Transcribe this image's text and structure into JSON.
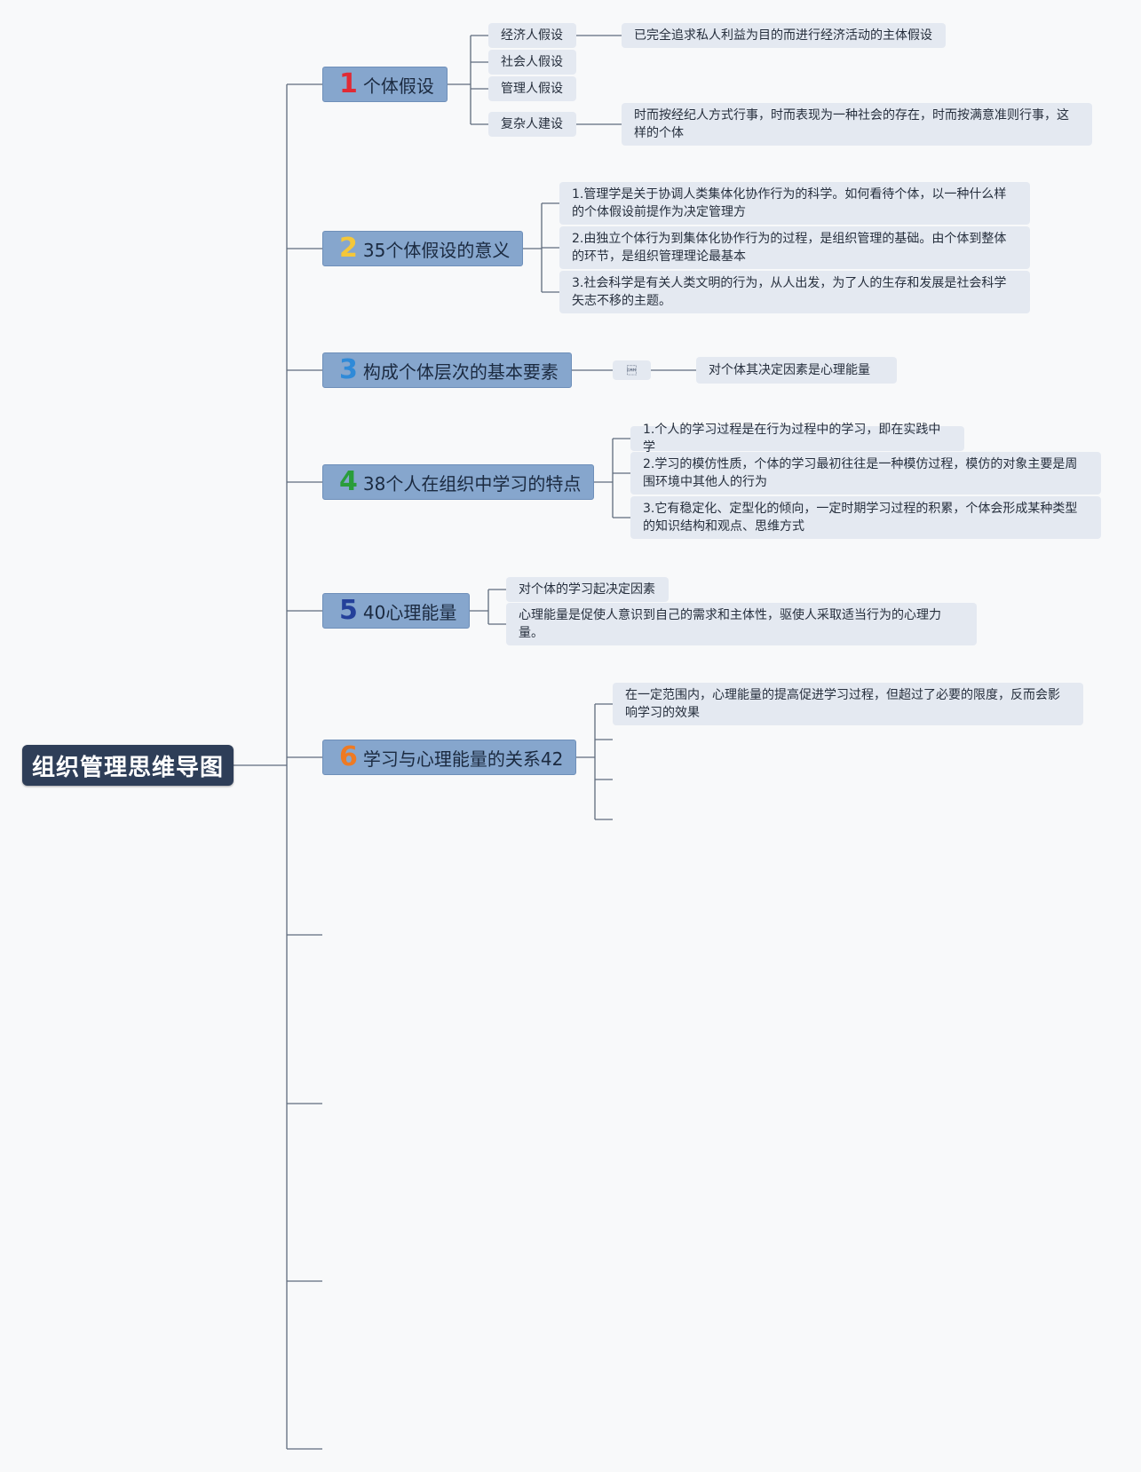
{
  "root": {
    "label": "组织管理思维导图"
  },
  "branches": [
    {
      "num": "1",
      "num_color": "#e02a35",
      "label": "个体假设",
      "children": [
        {
          "label": "经济人假设",
          "detail": "已完全追求私人利益为目的而进行经济活动的主体假设"
        },
        {
          "label": "社会人假设"
        },
        {
          "label": "管理人假设"
        },
        {
          "label": "复杂人建设",
          "detail": "时而按经纪人方式行事，时而表现为一种社会的存在，时而按满意准则行事，这样的个体"
        }
      ]
    },
    {
      "num": "2",
      "num_color": "#f4c73a",
      "label": "35个体假设的意义",
      "children": [
        {
          "label": "1.管理学是关于协调人类集体化协作行为的科学。如何看待个体，以一种什么样的个体假设前提作为决定管理方"
        },
        {
          "label": "2.由独立个体行为到集体化协作行为的过程，是组织管理的基础。由个体到整体的环节，是组织管理理论最基本"
        },
        {
          "label": "3.社会科学是有关人类文明的行为，从人出发，为了人的生存和发展是社会科学矢志不移的主题。"
        }
      ]
    },
    {
      "num": "3",
      "num_color": "#2f8ad8",
      "label": "构成个体层次的基本要素",
      "children": [
        {
          "label": "\u0018",
          "detail": "对个体其决定因素是心理能量"
        }
      ]
    },
    {
      "num": "4",
      "num_color": "#2a9d3a",
      "label": "38个人在组织中学习的特点",
      "children": [
        {
          "label": "1.个人的学习过程是在行为过程中的学习，即在实践中学"
        },
        {
          "label": "2.学习的模仿性质，个体的学习最初往往是一种模仿过程，模仿的对象主要是周围环境中其他人的行为"
        },
        {
          "label": "3.它有稳定化、定型化的倾向，一定时期学习过程的积累，个体会形成某种类型的知识结构和观点、思维方式"
        }
      ]
    },
    {
      "num": "5",
      "num_color": "#24409a",
      "label": "40心理能量",
      "children": [
        {
          "label": "对个体的学习起决定因素"
        },
        {
          "label": "心理能量是促使人意识到自己的需求和主体性，驱使人采取适当行为的心理力量。"
        }
      ]
    },
    {
      "num": "6",
      "num_color": "#ee7a23",
      "label": "学习与心理能量的关系42",
      "children": [
        {
          "label": "在一定范围内，心理能量的提高促进学习过程，但超过了必要的限度，反而会影响学习的效果"
        }
      ]
    }
  ],
  "colors": {
    "root_bg": "#2e3e58",
    "branch_bg": "#86a6cd",
    "leaf_bg": "#e4e9f1",
    "line": "#5f6b7d",
    "canvas": "#f8f9fa"
  }
}
